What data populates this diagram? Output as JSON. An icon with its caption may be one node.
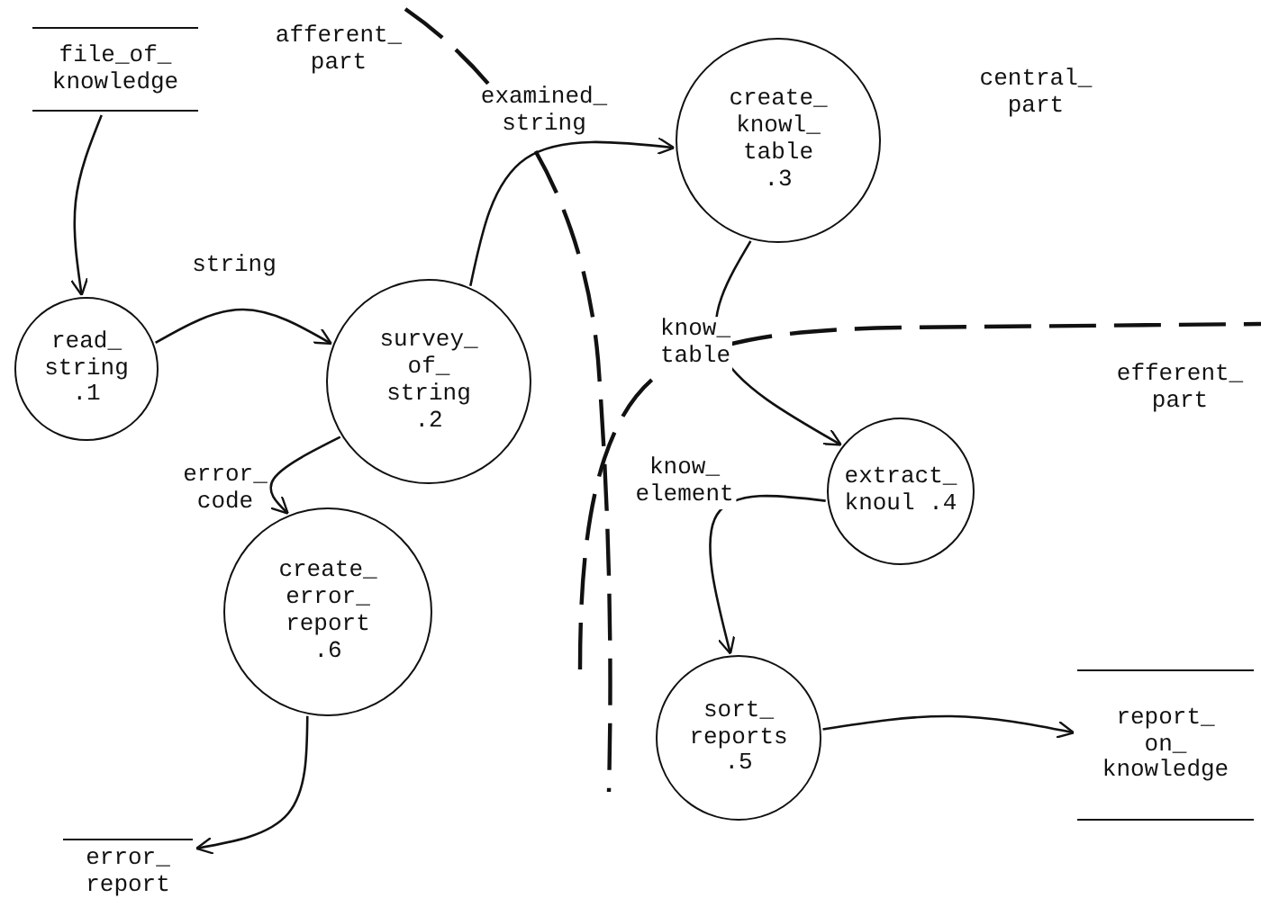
{
  "diagram": {
    "nodes": [
      {
        "text": [
          "file_of_ knowledge"
        ]
      },
      {
        "text": [
          "read_ string .1"
        ]
      },
      {
        "text": [
          "survey_ of_ string .2"
        ]
      },
      {
        "text": [
          "create_ knowl_ table .3"
        ]
      },
      {
        "text": [
          "extract_ knoul .4"
        ]
      },
      {
        "text": [
          "create_ error_ report .6"
        ]
      },
      {
        "text": [
          "sort_ reports .5"
        ]
      },
      {
        "text": [
          "report_ on_ knowledge"
        ]
      },
      {
        "text": [
          "error_ report"
        ]
      }
    ],
    "edges": [
      {
        "from": 0,
        "to": 1,
        "arrow": "to"
      },
      {
        "from": 1,
        "to": 2,
        "arrow": "to",
        "label": "string"
      },
      {
        "from": 2,
        "to": 3,
        "arrow": "to",
        "label": "examined_ string"
      },
      {
        "from": 3,
        "to": 4,
        "arrow": "to",
        "label": "know_ table"
      },
      {
        "from": 4,
        "to": 6,
        "arrow": "to",
        "label": "know_ element"
      },
      {
        "from": 2,
        "to": 5,
        "arrow": "to",
        "label": "error_ code"
      },
      {
        "from": 5,
        "to": 8,
        "arrow": "to"
      },
      {
        "from": 6,
        "to": 7,
        "arrow": "to"
      }
    ],
    "labels": [
      "afferent_ part",
      "central_ part",
      "efferent_ part"
    ]
  }
}
